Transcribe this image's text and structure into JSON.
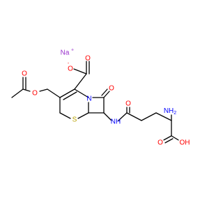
{
  "molecule": {
    "colors": {
      "oxygen": "#ff0000",
      "nitrogen": "#0000ff",
      "sulfur": "#b8a000",
      "sodium": "#9933cc",
      "carbon": "#000000"
    },
    "labels": {
      "sodium": "Na",
      "sodium_charge": "+",
      "carboxylate_o": "O",
      "carboxylate_charge": "-",
      "carboxylate_carbonyl_o": "O",
      "beta_lactam_o": "O",
      "ring_n": "N",
      "ring_s": "S",
      "acetoxy_ester_o": "O",
      "acetoxy_carbonyl_o": "O",
      "amide_nh": "NH",
      "amide_o": "O",
      "amino": "NH",
      "amino_sub": "2",
      "acid_carbonyl_o": "O",
      "acid_oh": "OH"
    }
  }
}
